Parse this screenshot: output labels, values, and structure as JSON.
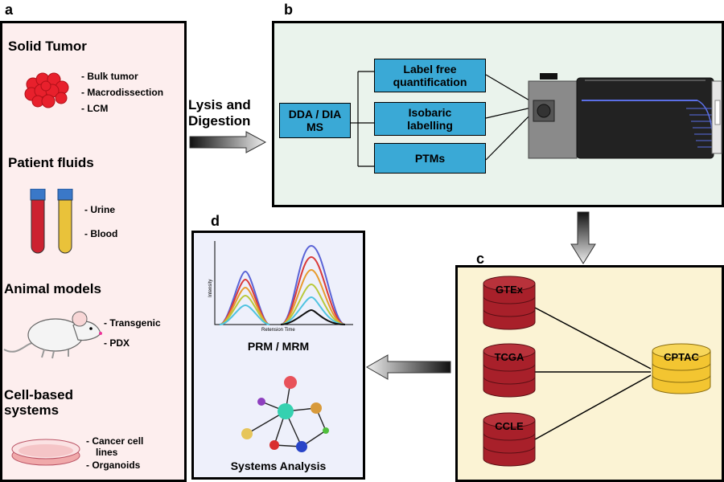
{
  "panels": {
    "a": {
      "letter": "a",
      "groups": [
        {
          "title": "Solid Tumor",
          "items": [
            "- Bulk tumor",
            "- Macrodissection",
            "- LCM"
          ]
        },
        {
          "title": "Patient fluids",
          "items": [
            "- Urine",
            "- Blood"
          ]
        },
        {
          "title": "Animal models",
          "items": [
            "- Transgenic",
            "- PDX"
          ]
        },
        {
          "title_lines": [
            "Cell-based",
            "systems"
          ],
          "items": [
            "- Cancer cell",
            "lines",
            "- Organoids"
          ]
        }
      ]
    },
    "b": {
      "letter": "b",
      "ms_label_lines": [
        "DDA / DIA",
        "MS"
      ],
      "methods": [
        {
          "lines": [
            "Label free",
            "quantification"
          ]
        },
        {
          "lines": [
            "Isobaric",
            "labelling"
          ]
        },
        {
          "lines": [
            "PTMs"
          ]
        }
      ]
    },
    "c": {
      "letter": "c",
      "databases": [
        "GTEx",
        "TCGA",
        "CCLE"
      ],
      "hub": "CPTAC"
    },
    "d": {
      "letter": "d",
      "y_axis": "Intensity",
      "x_axis": "Retension Time",
      "method_label": "PRM / MRM",
      "network_label": "Systems Analysis"
    }
  },
  "arrow_label_lines": [
    "Lysis and",
    "Digestion"
  ],
  "colors": {
    "panel_a_bg": "#fdeeee",
    "panel_b_bg": "#eaf3ec",
    "panel_c_bg": "#fbf3d4",
    "panel_d_bg": "#eef0fb",
    "method_box": "#3aa9d6",
    "db_red": "#a8202a",
    "db_yellow": "#f3c531"
  }
}
